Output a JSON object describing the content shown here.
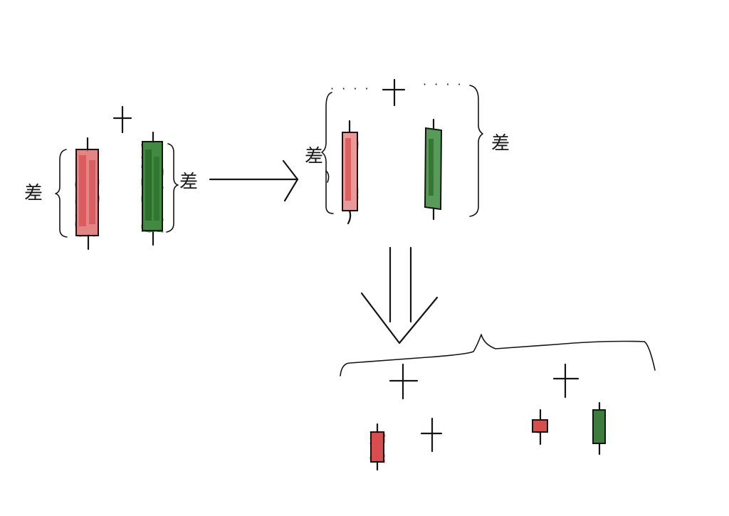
{
  "labels": {
    "diff_left": "差",
    "diff_right": "差",
    "diff_middle_left": "差",
    "diff_middle_right": "差",
    "dots_left": "· · · ·",
    "dots_right": "· · · ·"
  },
  "colors": {
    "bear_candle": "#d43a3a",
    "bear_candle_light": "#e88080",
    "bull_candle": "#2a7a2a",
    "bull_candle_dark": "#1a5a1a",
    "ink": "#151515",
    "background": "#ffffff"
  },
  "icons": {
    "plus": "plus-icon",
    "arrow_right": "arrow-right-icon",
    "arrow_down": "double-arrow-down-icon",
    "brace": "curly-brace-icon"
  }
}
